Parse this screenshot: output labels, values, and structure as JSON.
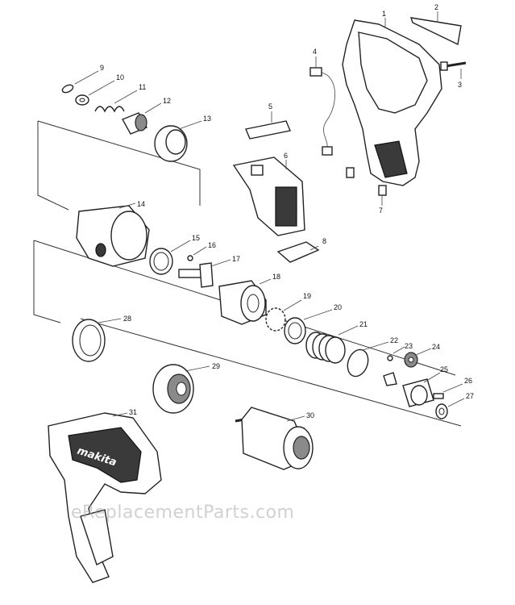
{
  "watermark": "eReplacementParts.com",
  "callouts": [
    "1",
    "2",
    "3",
    "4",
    "5",
    "6",
    "7",
    "8",
    "9",
    "10",
    "11",
    "12",
    "13",
    "14",
    "15",
    "16",
    "17",
    "18",
    "19",
    "20",
    "21",
    "22",
    "23",
    "24",
    "25",
    "26",
    "27",
    "28",
    "29",
    "30",
    "31"
  ],
  "brand_mark": "makita"
}
